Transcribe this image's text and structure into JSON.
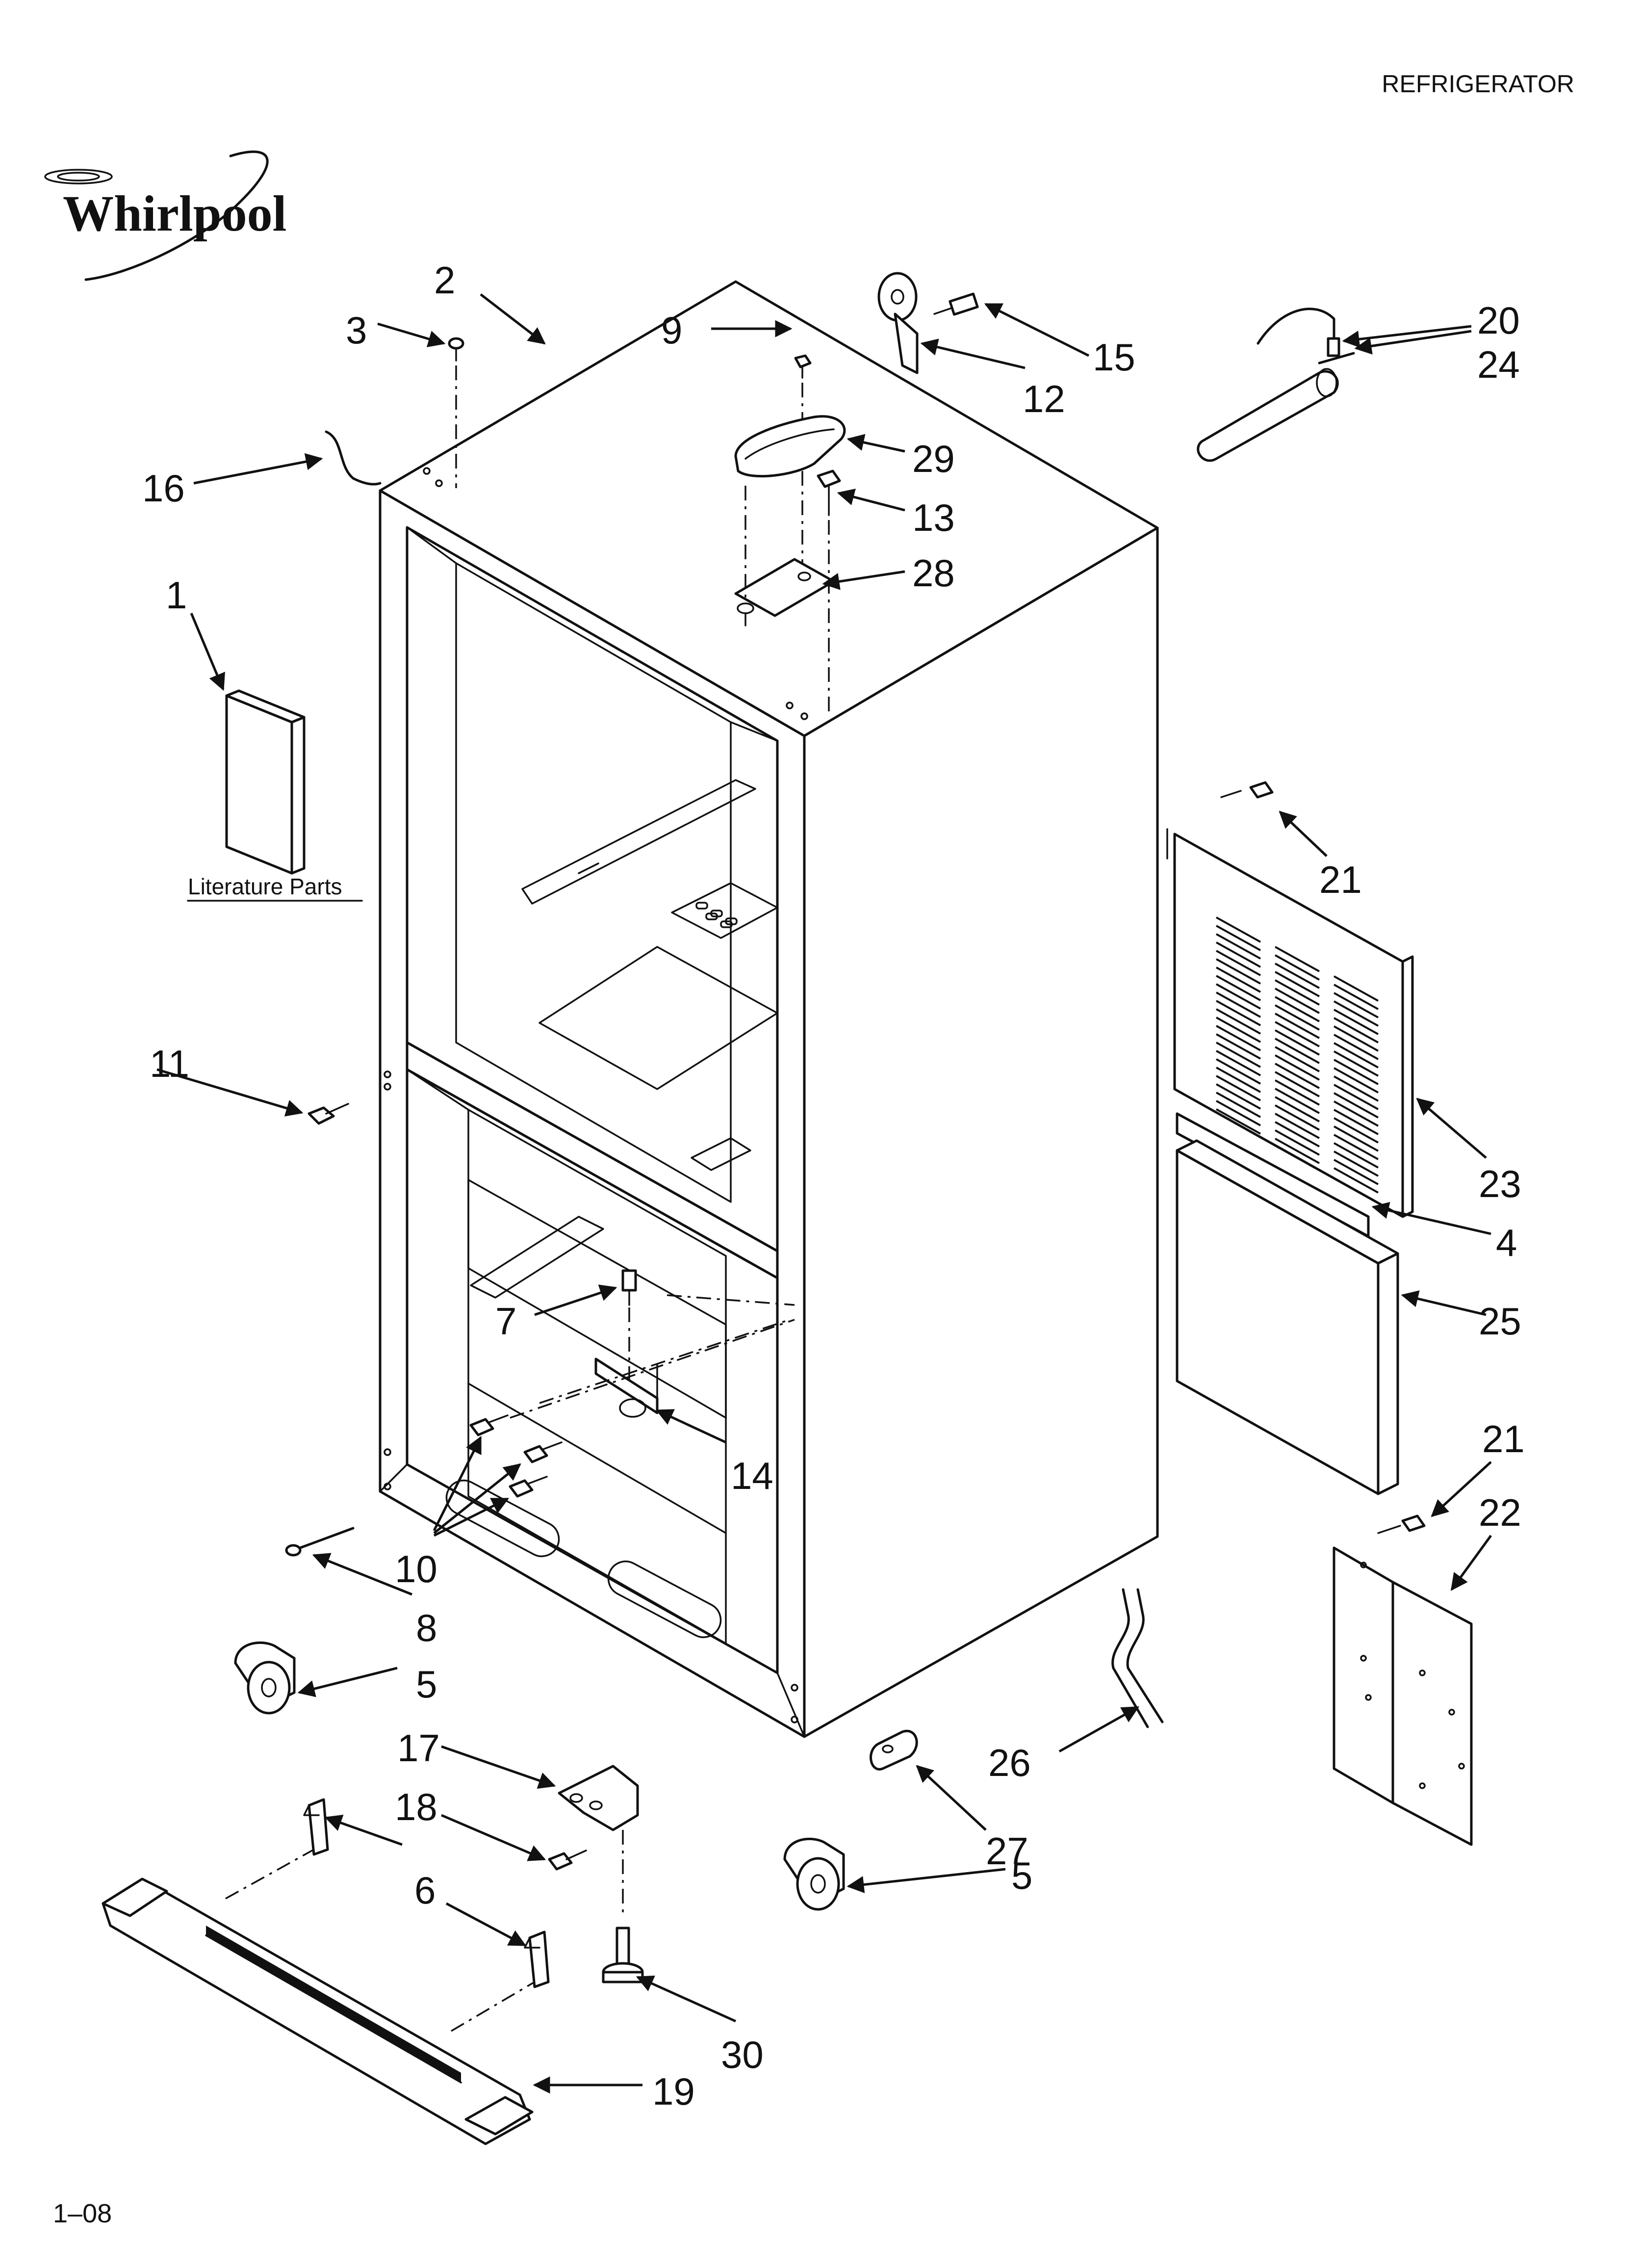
{
  "header": {
    "category": "REFRIGERATOR"
  },
  "brand": {
    "logo_text": "Whirlpool"
  },
  "literature": {
    "label": "Literature Parts"
  },
  "footer": {
    "revision": "1–08"
  },
  "callouts": {
    "c1": "1",
    "c2": "2",
    "c3": "3",
    "c4": "4",
    "c5a": "5",
    "c5b": "5",
    "c6": "6",
    "c7": "7",
    "c8": "8",
    "c9": "9",
    "c10": "10",
    "c11": "11",
    "c12": "12",
    "c13": "13",
    "c14": "14",
    "c15": "15",
    "c16": "16",
    "c17": "17",
    "c18": "18",
    "c19": "19",
    "c20": "20",
    "c21a": "21",
    "c21b": "21",
    "c22": "22",
    "c23": "23",
    "c24": "24",
    "c25": "25",
    "c26": "26",
    "c27": "27",
    "c28": "28",
    "c29": "29",
    "c30": "30"
  },
  "colors": {
    "ink": "#111111",
    "paper": "#ffffff"
  }
}
